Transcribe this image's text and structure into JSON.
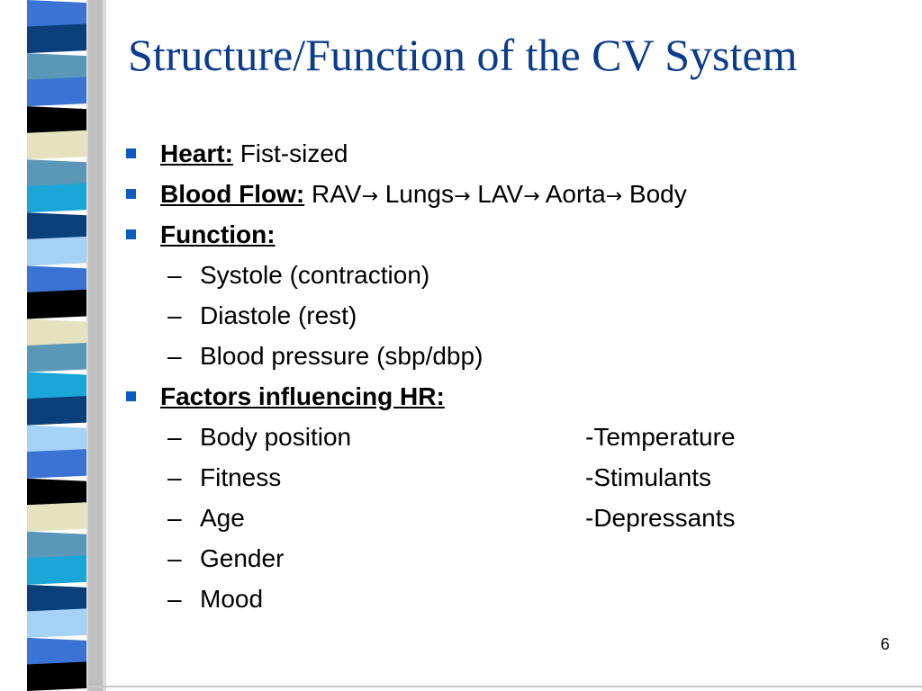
{
  "slide": {
    "title": "Structure/Function of the CV System",
    "page_number": "6"
  },
  "bullets": {
    "heart": {
      "label": "Heart:",
      "value": " Fist-sized"
    },
    "blood_flow": {
      "label": "Blood Flow:",
      "parts": [
        "RAV",
        "Lungs",
        "LAV",
        "Aorta",
        "Body"
      ],
      "arrow_icon": "right-arrow-icon"
    },
    "function": {
      "label": "Function:",
      "items": [
        "Systole (contraction)",
        "Diastole (rest)",
        "Blood pressure (sbp/dbp)"
      ]
    },
    "factors": {
      "label": "Factors influencing HR:",
      "left": [
        "Body position",
        "Fitness",
        "Age",
        "Gender",
        "Mood"
      ],
      "right": [
        "-Temperature",
        "-Stimulants",
        "-Depressants"
      ]
    }
  },
  "colors": {
    "title": "#0b3c8c",
    "bullet": "#0a5cc2",
    "strip_palette": [
      "#0a3f7a",
      "#3a73d4",
      "#5b97b8",
      "#1aa6d6",
      "#e5e3bf",
      "#000000",
      "#a5d2f7"
    ]
  },
  "dash": "–"
}
